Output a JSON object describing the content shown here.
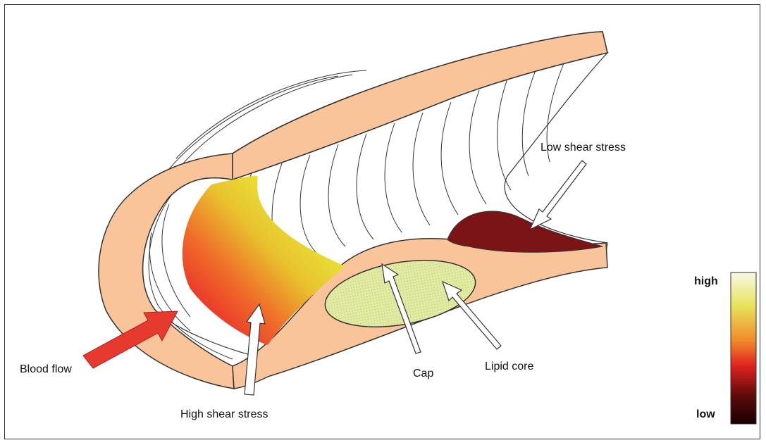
{
  "labels": {
    "blood_flow": "Blood flow",
    "high_shear_stress": "High shear stress",
    "low_shear_stress": "Low shear stress",
    "cap": "Cap",
    "lipid_core": "Lipid core"
  },
  "scale": {
    "high": "high",
    "low": "low"
  },
  "colors": {
    "wall": "#f9c49a",
    "lipid_core": "#e2eba2",
    "low_shear_region": "#7a1416",
    "blood_flow_arrow": "#e63a2e",
    "scale_top": "#f7f7e8",
    "scale_yellow": "#e8e35a",
    "scale_orange": "#f08a2a",
    "scale_red": "#e02020",
    "scale_dark": "#5a0a0a",
    "scale_bottom": "#1a0000"
  }
}
